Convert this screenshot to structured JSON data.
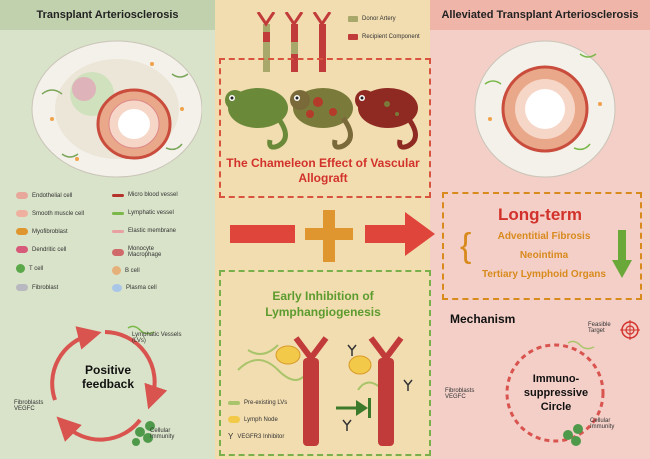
{
  "left": {
    "title": "Transplant Arteriosclerosis",
    "legend_col1": [
      "Endothelial cell",
      "Smooth muscle cell",
      "Myofibroblast",
      "Dendritic cell",
      "T cell",
      "Fibroblast"
    ],
    "legend_col2": [
      "Micro blood vessel",
      "Lymphatic vessel",
      "Elastic membrane",
      "Monocyte Macrophage",
      "B cell",
      "Plasma cell"
    ],
    "cycle": {
      "center": "Positive feedback",
      "lymphatic": "Lymphatic Vessels (LVs)",
      "fibroblasts": "Fibroblasts VEGFC",
      "immunity": "Cellular Immunity"
    }
  },
  "middle": {
    "legend_donor": "Donor Artery",
    "legend_recipient": "Recipient Component",
    "effect_title": "The Chameleon Effect of Vascular Allograft",
    "inhibition_title": "Early Inhibition of Lymphangiogenesis",
    "legend_lvs": "Pre-existing LVs",
    "legend_node": "Lymph Node",
    "legend_inhibitor": "VEGFR3 Inhibitor"
  },
  "right": {
    "title": "Alleviated Transplant Arteriosclerosis",
    "longterm": "Long-term",
    "outcomes": [
      "Adventitial Fibrosis",
      "Neointima",
      "Tertiary Lymphoid Organs"
    ],
    "mechanism": "Mechanism",
    "feasible": "Feasible Target",
    "circle": "Immuno- suppressive Circle",
    "fibroblasts": "Fibroblasts VEGFC",
    "immunity": "Cellular Immunity"
  },
  "colors": {
    "red": "#d2322b",
    "green": "#5c9b2e",
    "orange": "#d98a1c",
    "donor": "#a8a86a",
    "recipient": "#c23b3b"
  }
}
